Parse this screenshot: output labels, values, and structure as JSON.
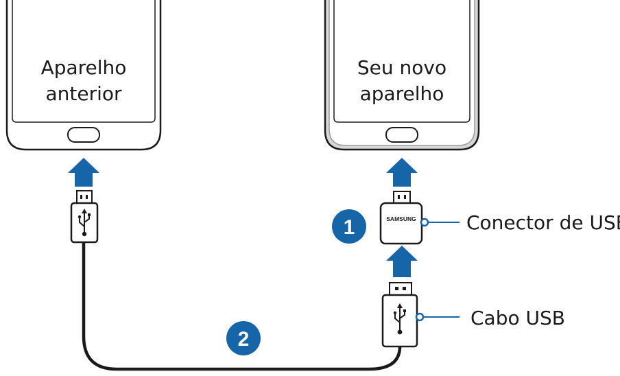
{
  "devices": {
    "old_phone": {
      "label_line1": "Aparelho",
      "label_line2": "anterior"
    },
    "new_phone": {
      "label_line1": "Seu novo",
      "label_line2": "aparelho"
    }
  },
  "connector": {
    "brand": "SAMSUNG"
  },
  "callouts": {
    "usb_connector": "Conector de USB",
    "usb_cable": "Cabo USB"
  },
  "steps": [
    {
      "number": "1"
    },
    {
      "number": "2"
    }
  ],
  "colors": {
    "accent": "#1565a8",
    "outline": "#1a1a1a",
    "phone_bezel": "#cccccc"
  },
  "icons": [
    "usb-symbol-icon",
    "up-arrow-icon"
  ]
}
